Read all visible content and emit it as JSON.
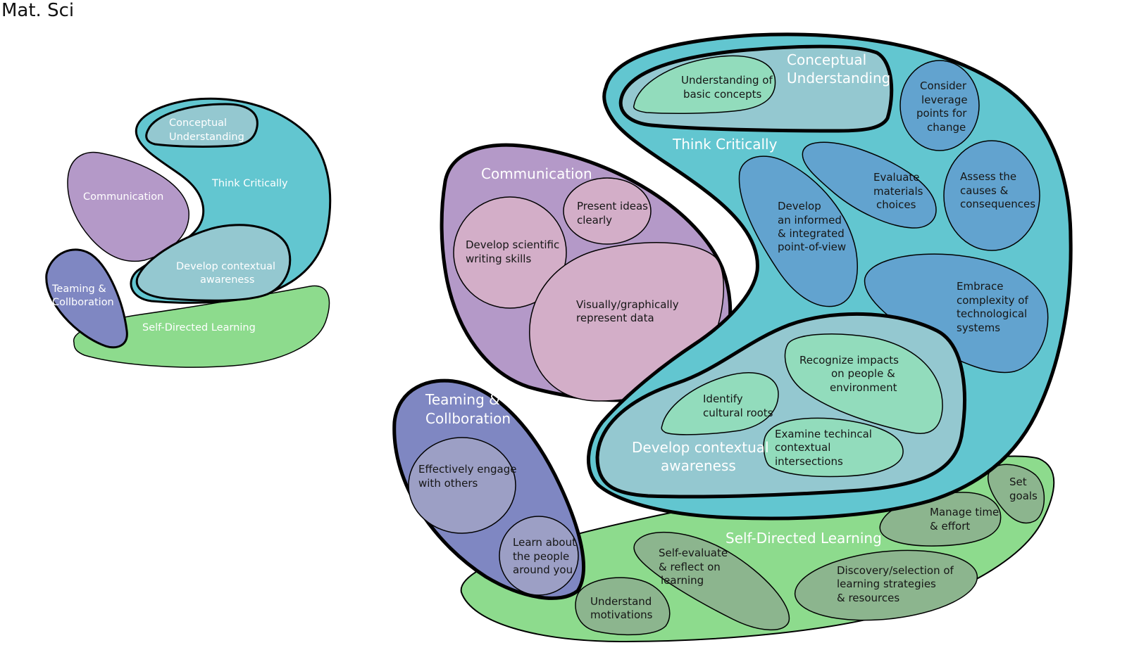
{
  "title": "Mat. Sci",
  "colors": {
    "think_critically": "#62c6d0",
    "conceptual": "#94c8d0",
    "communication": "#b499c8",
    "communication_sub": "#d3aec8",
    "teaming": "#7f87c2",
    "teaming_sub": "#9c9fc5",
    "self_directed": "#8ddb8d",
    "self_directed_sub": "#8cb58e",
    "blue_sub": "#62a3cf",
    "mint_sub": "#92dcbc",
    "outline": "#000000"
  },
  "small": {
    "conceptual": [
      "Conceptual",
      "Understanding"
    ],
    "think": "Think Critically",
    "communication": "Communication",
    "contextual": [
      "Develop contextual",
      "awareness"
    ],
    "teaming": [
      "Teaming &",
      "Collboration"
    ],
    "self_directed": "Self-Directed Learning"
  },
  "large": {
    "think": {
      "label": "Think Critically",
      "conceptual": {
        "label": [
          "Conceptual",
          "Understanding"
        ],
        "basic": [
          "Understanding of",
          "basic concepts"
        ]
      },
      "leverage": [
        "Consider",
        "leverage",
        "points for",
        "change"
      ],
      "evaluate": [
        "Evaluate",
        "materials",
        "choices"
      ],
      "assess": [
        "Assess the",
        "causes &",
        "consequences"
      ],
      "develop_pov": [
        "Develop",
        "an informed",
        "& integrated",
        "point-of-view"
      ],
      "embrace": [
        "Embrace",
        "complexity of",
        "technological",
        "systems"
      ],
      "contextual": {
        "label": [
          "Develop contextual",
          "awareness"
        ],
        "recognize": [
          "Recognize impacts",
          "on people &",
          "environment"
        ],
        "identify": [
          "Identify",
          "cultural roots"
        ],
        "examine": [
          "Examine techincal",
          "contextual",
          "intersections"
        ]
      }
    },
    "communication": {
      "label": "Communication",
      "present": [
        "Present ideas",
        "clearly"
      ],
      "writing": [
        "Develop scientific",
        "writing skills"
      ],
      "visual": [
        "Visually/graphically",
        "represent data"
      ]
    },
    "teaming": {
      "label": [
        "Teaming &",
        "Collboration"
      ],
      "engage": [
        "Effectively engage",
        "with others"
      ],
      "learn": [
        "Learn about",
        "the people",
        "around you"
      ]
    },
    "self_directed": {
      "label": "Self-Directed Learning",
      "set_goals": [
        "Set",
        "goals"
      ],
      "manage": [
        "Manage time",
        "& effort"
      ],
      "self_eval": [
        "Self-evaluate",
        "& reflect on",
        "learning"
      ],
      "discovery": [
        "Discovery/selection of",
        "learning strategies",
        "& resources"
      ],
      "motivations": [
        "Understand",
        "motivations"
      ]
    }
  }
}
